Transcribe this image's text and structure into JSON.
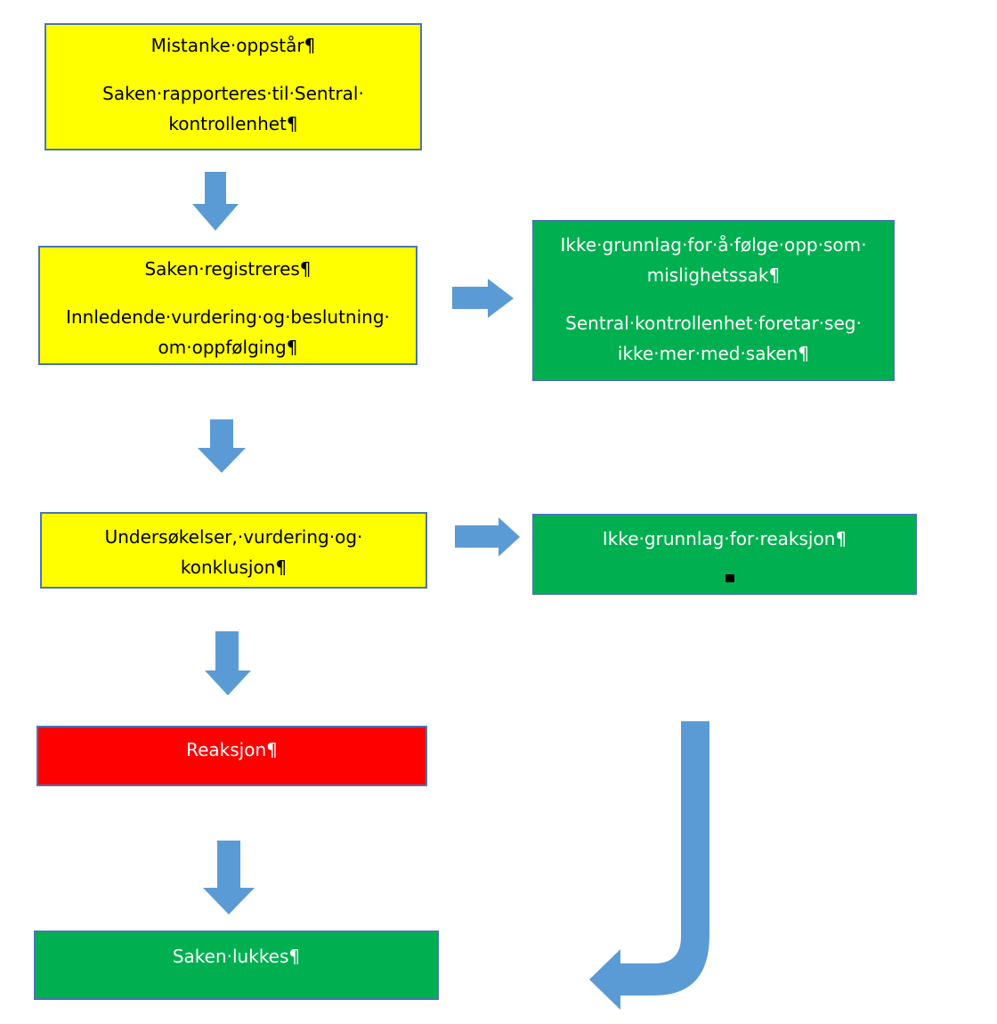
{
  "colors": {
    "yellow": "#ffff00",
    "green": "#00b050",
    "red": "#ff0000",
    "arrow": "#5b9bd5",
    "border": "#4a74b8"
  },
  "flow": {
    "box1": {
      "title": "Mistanke·oppstår¶",
      "line1": "Saken·rapporteres·til·Sentral·",
      "line2": "kontrollenhet¶"
    },
    "box2": {
      "title": "Saken·registreres¶",
      "line1": "Innledende·vurdering·og·beslutning·",
      "line2": "om·oppfølging¶"
    },
    "box3": {
      "line1": "Undersøkelser,·vurdering·og·",
      "line2": "konklusjon¶"
    },
    "box4": {
      "title": "Reaksjon¶"
    },
    "box5": {
      "title": "Saken·lukkes¶"
    }
  },
  "side": {
    "box1": {
      "line1": "Ikke·grunnlag·for·å·følge·opp·som·",
      "line2": "mislighetssak¶",
      "line3": "Sentral·kontrollenhet·foretar·seg·",
      "line4": "ikke·mer·med·saken¶"
    },
    "box2": {
      "title": "Ikke·grunnlag·for·reaksjon¶"
    }
  }
}
